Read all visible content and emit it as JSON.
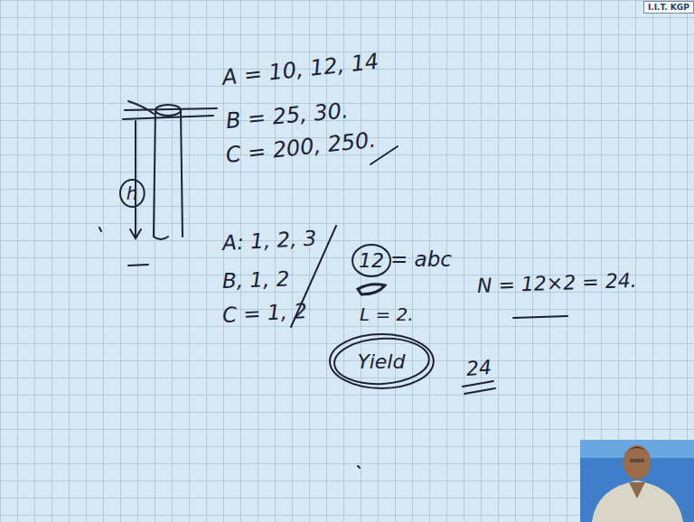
{
  "diagram": {
    "nodes": [
      {
        "text": [
          "h"
        ]
      },
      {
        "text": [
          "12"
        ]
      },
      {
        "text": [
          "Yield"
        ]
      }
    ],
    "labels": [
      "I.I.T. KGP",
      "A = 10, 12, 14",
      "B = 25, 30.",
      "C = 200, 250.",
      "A: 1, 2, 3",
      "B, 1, 2",
      "C = 1, 2",
      "= abc",
      "L = 2.",
      "N = 12×2 = 24.",
      "24"
    ]
  }
}
